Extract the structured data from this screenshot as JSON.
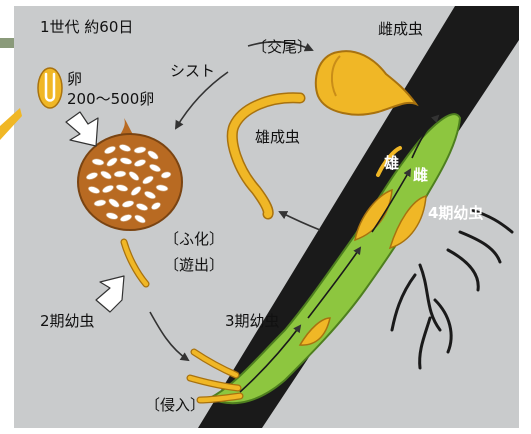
{
  "header": {
    "generation": "1世代 約60日"
  },
  "egg": {
    "label": "卵",
    "count": "200〜500卵"
  },
  "cyst": {
    "label": "シスト"
  },
  "stages": {
    "mating": "〔交尾〕",
    "female_adult": "雌成虫",
    "male_adult": "雄成虫",
    "hatching": "〔ふ化〕",
    "emergence": "〔遊出〕",
    "second_instar": "2期幼虫",
    "third_instar": "3期幼虫",
    "fourth_instar": "4期幼虫",
    "invasion": "〔侵入〕",
    "root_male": "雄",
    "root_female": "雌"
  },
  "colors": {
    "background": "#c9cbcc",
    "root": "#1a1a1a",
    "nematode": "#f0b726",
    "nematode_outline": "#a8720f",
    "cyst": "#b86a22",
    "feeding_site": "#8dc63f",
    "arrow": "#ffffff"
  }
}
